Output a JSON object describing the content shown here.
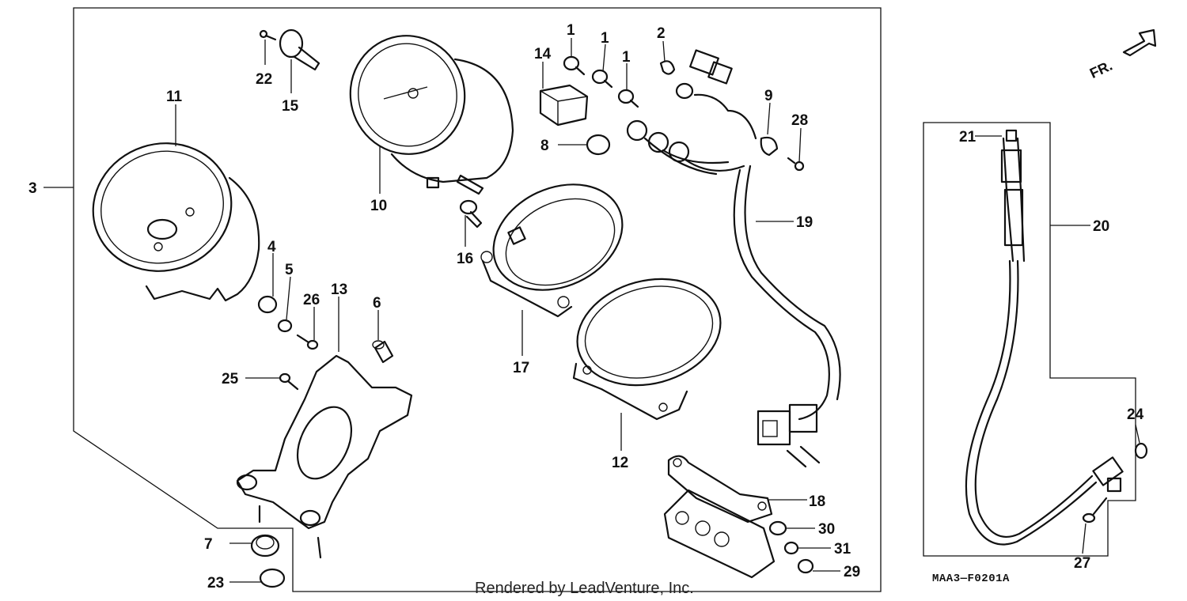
{
  "diagram": {
    "callouts": [
      {
        "id": "c1a",
        "text": "1"
      },
      {
        "id": "c1b",
        "text": "1"
      },
      {
        "id": "c1c",
        "text": "1"
      },
      {
        "id": "c2",
        "text": "2"
      },
      {
        "id": "c3",
        "text": "3"
      },
      {
        "id": "c4",
        "text": "4"
      },
      {
        "id": "c5",
        "text": "5"
      },
      {
        "id": "c6",
        "text": "6"
      },
      {
        "id": "c7",
        "text": "7"
      },
      {
        "id": "c8",
        "text": "8"
      },
      {
        "id": "c9",
        "text": "9"
      },
      {
        "id": "c10",
        "text": "10"
      },
      {
        "id": "c11",
        "text": "11"
      },
      {
        "id": "c12",
        "text": "12"
      },
      {
        "id": "c13",
        "text": "13"
      },
      {
        "id": "c14",
        "text": "14"
      },
      {
        "id": "c15",
        "text": "15"
      },
      {
        "id": "c16",
        "text": "16"
      },
      {
        "id": "c17",
        "text": "17"
      },
      {
        "id": "c18",
        "text": "18"
      },
      {
        "id": "c19",
        "text": "19"
      },
      {
        "id": "c20",
        "text": "20"
      },
      {
        "id": "c21",
        "text": "21"
      },
      {
        "id": "c22",
        "text": "22"
      },
      {
        "id": "c23",
        "text": "23"
      },
      {
        "id": "c24",
        "text": "24"
      },
      {
        "id": "c25",
        "text": "25"
      },
      {
        "id": "c26",
        "text": "26"
      },
      {
        "id": "c27",
        "text": "27"
      },
      {
        "id": "c28",
        "text": "28"
      },
      {
        "id": "c29",
        "text": "29"
      },
      {
        "id": "c30",
        "text": "30"
      },
      {
        "id": "c31",
        "text": "31"
      }
    ],
    "direction_label": "FR.",
    "diagram_code": "MAA3—F0201A",
    "credit": "Rendered by LeadVenture, Inc."
  }
}
